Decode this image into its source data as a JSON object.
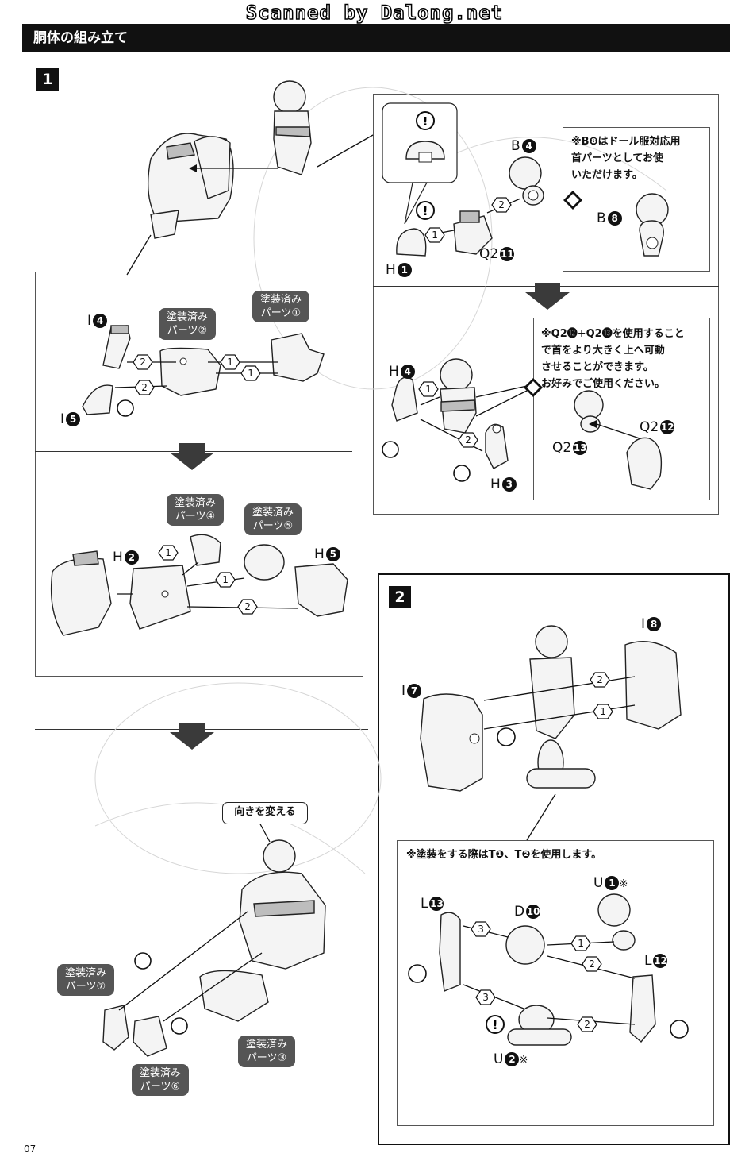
{
  "watermark": "Scanned by Dalong.net",
  "section_title": "胴体の組み立て",
  "steps": {
    "one": "1",
    "two": "2"
  },
  "callouts": {
    "b8_note": [
      "※B❽はドール服対応用",
      "首パーツとしてお使",
      "いただけます。"
    ],
    "q2_note": [
      "※Q2⓬+Q2⓭を使用すること",
      "で首をより大きく上へ可動",
      "させることができます。",
      "お好みでご使用ください。"
    ],
    "paint_note": "※塗装をする際はT❶、T❷を使用します。",
    "turn_note": "向きを変える"
  },
  "painted_tags": {
    "p1": [
      "塗装済み",
      "パーツ①"
    ],
    "p2": [
      "塗装済み",
      "パーツ②"
    ],
    "p3": [
      "塗装済み",
      "パーツ③"
    ],
    "p4": [
      "塗装済み",
      "パーツ④"
    ],
    "p5": [
      "塗装済み",
      "パーツ⑤"
    ],
    "p6": [
      "塗装済み",
      "パーツ⑥"
    ],
    "p7": [
      "塗装済み",
      "パーツ⑦"
    ]
  },
  "part_labels": {
    "b4": {
      "letter": "B",
      "num": "4"
    },
    "b8": {
      "letter": "B",
      "num": "8"
    },
    "h1": {
      "letter": "H",
      "num": "1"
    },
    "q2_11": {
      "letter": "Q2",
      "num": "11"
    },
    "h4": {
      "letter": "H",
      "num": "4"
    },
    "h3": {
      "letter": "H",
      "num": "3"
    },
    "q2_12": {
      "letter": "Q2",
      "num": "12"
    },
    "q2_13": {
      "letter": "Q2",
      "num": "13"
    },
    "i4": {
      "letter": "I",
      "num": "4"
    },
    "i5": {
      "letter": "I",
      "num": "5"
    },
    "h2": {
      "letter": "H",
      "num": "2"
    },
    "h5": {
      "letter": "H",
      "num": "5"
    },
    "i7": {
      "letter": "I",
      "num": "7"
    },
    "i8": {
      "letter": "I",
      "num": "8"
    },
    "l13": {
      "letter": "L",
      "num": "13"
    },
    "d10": {
      "letter": "D",
      "num": "10"
    },
    "u1": {
      "letter": "U",
      "num": "1",
      "suffix": "※"
    },
    "l12": {
      "letter": "L",
      "num": "12"
    },
    "u2": {
      "letter": "U",
      "num": "2",
      "suffix": "※"
    }
  },
  "order_numbers": [
    "1",
    "2",
    "3"
  ],
  "page_number": "07"
}
